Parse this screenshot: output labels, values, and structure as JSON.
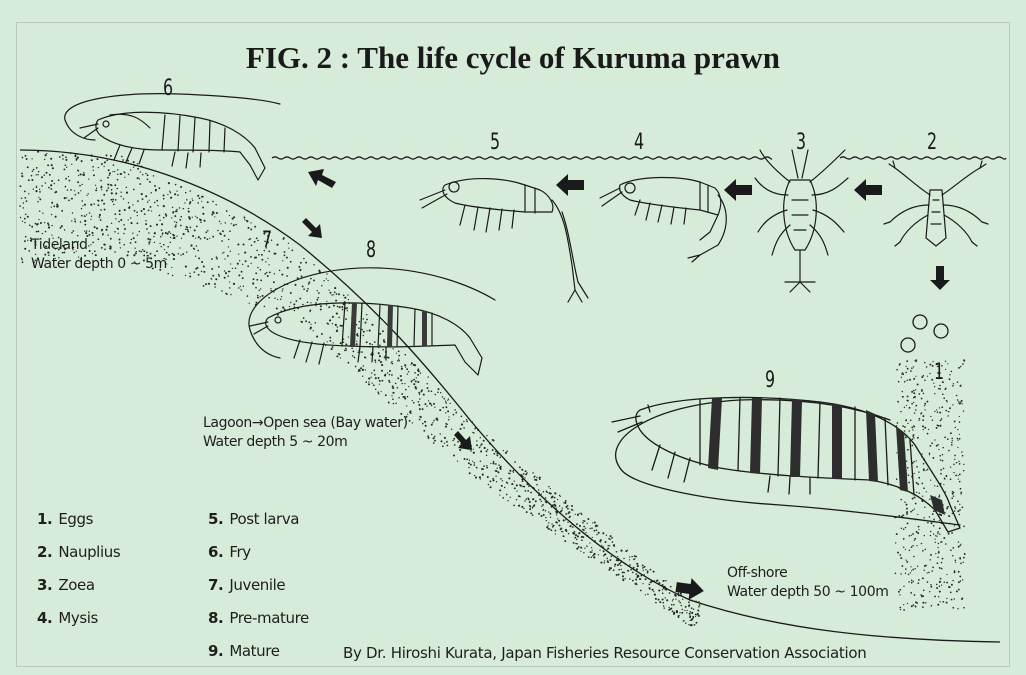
{
  "title": "FIG. 2 : The life cycle of Kuruma prawn",
  "stage_numbers": [
    "1",
    "2",
    "3",
    "4",
    "5",
    "6",
    "7",
    "8",
    "9"
  ],
  "environments": {
    "tideland_line1": "Tideland",
    "tideland_line2": "Water depth 0 ~ 5m",
    "lagoon_line1": "Lagoon→Open sea (Bay water)",
    "lagoon_line2": "Water depth 5 ~ 20m",
    "offshore_line1": "Off-shore",
    "offshore_line2": "Water depth 50 ~ 100m"
  },
  "legend": [
    {
      "num": "1.",
      "label": "Eggs"
    },
    {
      "num": "2.",
      "label": "Nauplius"
    },
    {
      "num": "3.",
      "label": "Zoea"
    },
    {
      "num": "4.",
      "label": "Mysis"
    },
    {
      "num": "5.",
      "label": "Post larva"
    },
    {
      "num": "6.",
      "label": "Fry"
    },
    {
      "num": "7.",
      "label": "Juvenile"
    },
    {
      "num": "8.",
      "label": "Pre-mature"
    },
    {
      "num": "9.",
      "label": "Mature"
    }
  ],
  "credit": "By Dr. Hiroshi Kurata, Japan Fisheries Resource Conservation Association",
  "colors": {
    "background": "#d6ecd9",
    "ink": "#1a1a1a"
  }
}
